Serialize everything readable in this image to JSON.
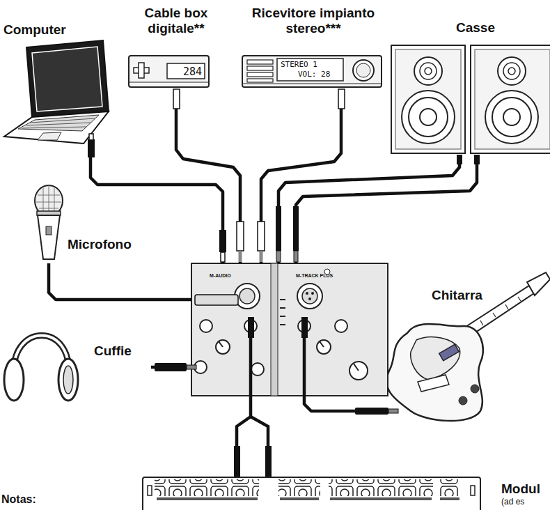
{
  "diagram": {
    "nodes": [
      {
        "text": [
          "Computer"
        ]
      },
      {
        "text": [
          "Cable box digitale**"
        ]
      },
      {
        "text": [
          "Ricevitore impianto stereo***"
        ]
      },
      {
        "text": [
          "Casse"
        ]
      },
      {
        "text": [
          "Microfono"
        ]
      },
      {
        "text": [
          "M-AUDIO",
          "M-TRACK PLUS"
        ]
      },
      {
        "text": [
          "Chitarra"
        ]
      },
      {
        "text": [
          "Cuffie"
        ]
      },
      {
        "text": [
          "Modul",
          "(ad es"
        ]
      }
    ],
    "edges": [
      {
        "from": 0,
        "to": 5,
        "arrow": "none"
      },
      {
        "from": 1,
        "to": 5,
        "arrow": "none"
      },
      {
        "from": 2,
        "to": 5,
        "arrow": "none"
      },
      {
        "from": 5,
        "to": 3,
        "arrow": "none"
      },
      {
        "from": 5,
        "to": 3,
        "arrow": "none"
      },
      {
        "from": 4,
        "to": 5,
        "arrow": "none"
      },
      {
        "from": 7,
        "to": 5,
        "arrow": "none"
      },
      {
        "from": 6,
        "to": 5,
        "arrow": "none"
      },
      {
        "from": 5,
        "to": 8,
        "arrow": "none"
      }
    ],
    "labels": [
      "284",
      "STEREO 1",
      "VOL: 28",
      "Notas:"
    ]
  }
}
